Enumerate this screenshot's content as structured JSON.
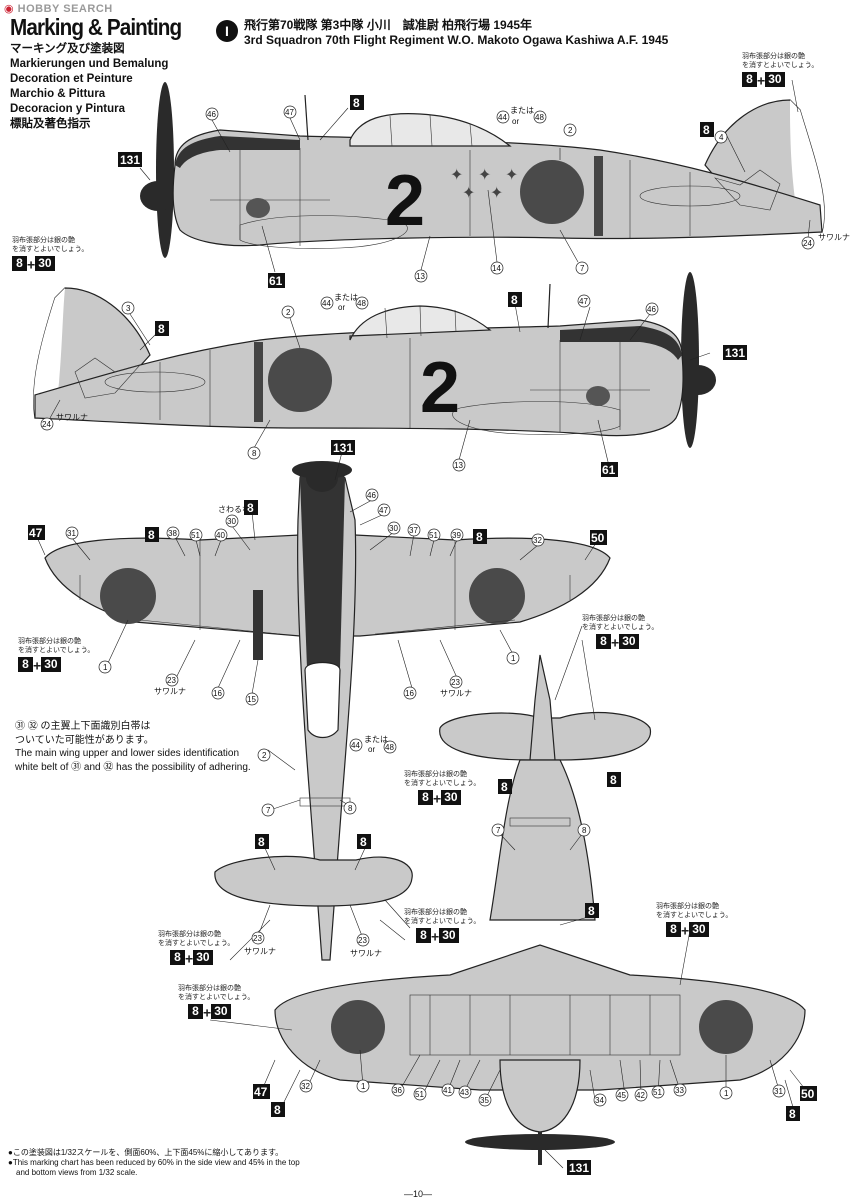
{
  "watermark": {
    "brand": "HOBBY SEARCH"
  },
  "title": "Marking & Painting",
  "languages": [
    "マーキング及び塗装図",
    "Markierungen und Bemalung",
    "Decoration et Peinture",
    "Marchio & Pittura",
    "Decoracion y Pintura",
    "標貼及著色指示"
  ],
  "scheme": {
    "badge": "I",
    "line_jp": "飛行第70戦隊 第3中隊 小川　誠准尉 柏飛行場 1945年",
    "line_en": "3rd Squadron 70th Flight Regiment W.O. Makoto Ogawa Kashiwa A.F. 1945"
  },
  "fabric_note": {
    "line1": "羽布張部分は銀の艶",
    "line2": "を消すとよいでしょう。",
    "code_a": "8",
    "plus": "+",
    "code_b": "30"
  },
  "aircraft_number": "2",
  "callouts": {
    "c47": "47",
    "c46": "46",
    "c8": "8",
    "c131": "131",
    "c44": "44",
    "c48": "48",
    "mataha": "または",
    "or": "or",
    "c2": "2",
    "c4": "4",
    "c3": "3",
    "c24": "24",
    "c61": "61",
    "c13": "13",
    "c14": "14",
    "c7": "7",
    "c31": "31",
    "c38": "38",
    "c51": "51",
    "c40": "40",
    "c30": "30",
    "c37": "37",
    "c39": "39",
    "c32": "32",
    "c50": "50",
    "c1": "1",
    "c23": "23",
    "c16": "16",
    "c15": "15",
    "c36": "36",
    "c41": "41",
    "c43": "43",
    "c35": "35",
    "c34": "34",
    "c45": "45",
    "c42": "42",
    "c33": "33",
    "sawaruna": "サワルナ",
    "sawaruna_v": "サワルナ",
    "sawarunna_small": "さわるな"
  },
  "belt_note": {
    "jp1": "㉛ ㉜ の主翼上下面識別白帯は",
    "jp2": "ついていた可能性があります。",
    "en1": "The main wing upper and lower sides identification",
    "en2": "white belt of ㉛ and ㉜ has the possibility of adhering."
  },
  "footer": {
    "jp": "●この塗装図は1/32スケールを、側面60%、上下面45%に縮小してあります。",
    "en1": "●This marking chart has been reduced by 60% in the side view and 45% in the top",
    "en2": "and bottom views from 1/32 scale."
  },
  "page_number": "—10—",
  "colors": {
    "hinomaru": "#4a4a4a",
    "body": "#c9c9c9",
    "dark": "#3a3a3a",
    "white": "#ffffff"
  }
}
